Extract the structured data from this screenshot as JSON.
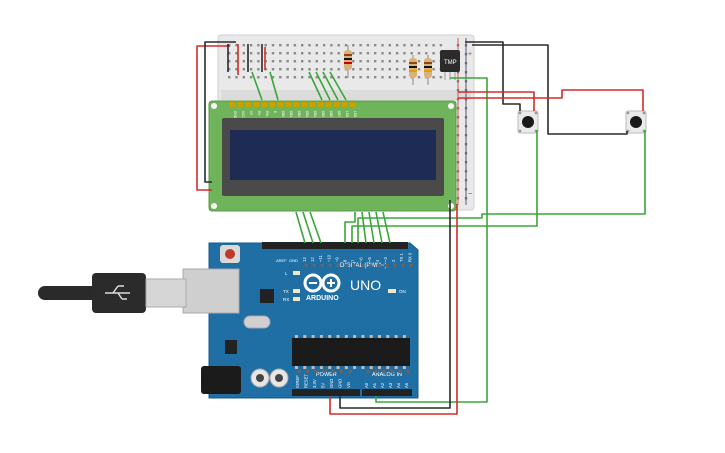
{
  "canvas": {
    "background": "#ffffff",
    "wire_colors": {
      "red": "#d42b2b",
      "black": "#2a2a2a",
      "green": "#3aa63a"
    }
  },
  "breadboard": {
    "color": "#e9e9e9",
    "rail_plus": "+",
    "rail_minus": "−"
  },
  "lcd": {
    "board_color": "#6fb35a",
    "screen_color": "#1d2b55",
    "pin_labels": [
      "GND",
      "VCC",
      "V0",
      "RS",
      "RW",
      "E",
      "DB0",
      "DB1",
      "DB2",
      "DB3",
      "DB4",
      "DB5",
      "DB6",
      "DB7",
      "LED",
      "LED"
    ]
  },
  "sensor": {
    "label": "TMP"
  },
  "buttons": [
    {
      "name": "pushbutton-1"
    },
    {
      "name": "pushbutton-2"
    }
  ],
  "arduino": {
    "board_color": "#1f6fa5",
    "brand": "ARDUINO",
    "model": "UNO",
    "digital_label": "DIGITAL (PWM~)",
    "power_label": "POWER",
    "analog_label": "ANALOG IN",
    "on_label": "ON",
    "led_labels": [
      "L",
      "TX",
      "RX"
    ],
    "aref_label": "AREF",
    "gnd_label": "GND",
    "digital_pins": [
      "13",
      "12",
      "~11",
      "~10",
      "~9",
      "8",
      "7",
      "~6",
      "~5",
      "4",
      "~3",
      "2",
      "TX 1",
      "RX 0"
    ],
    "power_pins": [
      "IOREF",
      "RESET",
      "3.3V",
      "5V",
      "GND",
      "GND",
      "Vin"
    ],
    "analog_pins": [
      "A0",
      "A1",
      "A2",
      "A3",
      "A4",
      "A5"
    ]
  },
  "usb_cable": {
    "icon": "usb-icon"
  }
}
